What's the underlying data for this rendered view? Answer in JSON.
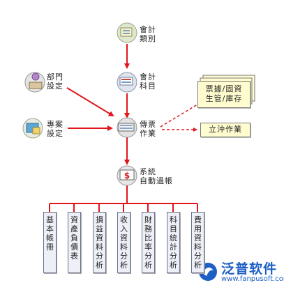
{
  "nodes": {
    "accounting_category": [
      "會計",
      "類別"
    ],
    "accounting_subject": [
      "會計",
      "科目"
    ],
    "department_setup": [
      "部門",
      "設定"
    ],
    "project_setup": [
      "專案",
      "設定"
    ],
    "voucher_entry": [
      "傳票",
      "作業"
    ],
    "auto_posting": [
      "系統",
      "自動過帳"
    ]
  },
  "side_boxes": {
    "doc_stack": [
      "票據/固資",
      "生管/庫存"
    ],
    "offset_entry": "立沖作業"
  },
  "reports": [
    "基本帳冊",
    "資產負債表",
    "損益資料分析",
    "收入資料分析",
    "財務比率分析",
    "科目統計分析",
    "費用資料分析"
  ],
  "logo": {
    "brand": "泛普软件",
    "url": "www.fanpusoft.com"
  },
  "colors": {
    "arrow": "#e0161c",
    "dashed": "#e0161c",
    "box_fill": "#fffccf"
  }
}
